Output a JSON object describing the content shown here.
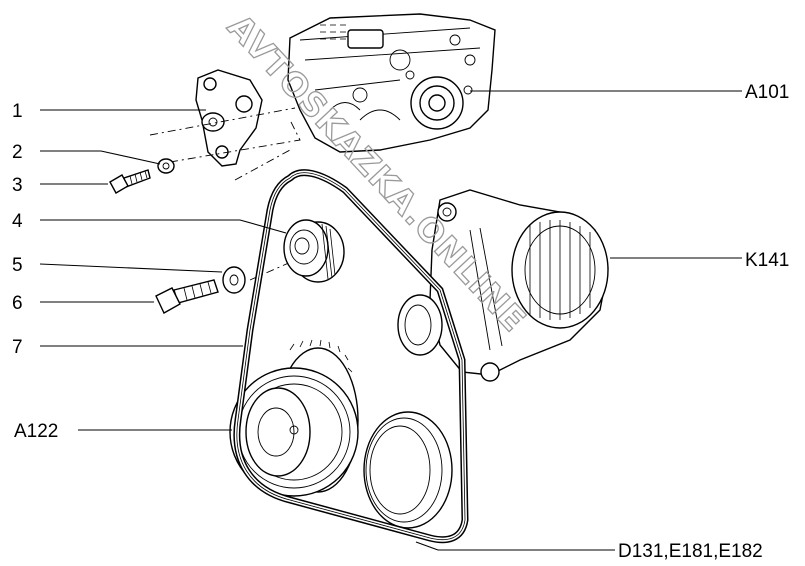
{
  "callouts_left": [
    {
      "id": "1",
      "label": "1"
    },
    {
      "id": "2",
      "label": "2"
    },
    {
      "id": "3",
      "label": "3"
    },
    {
      "id": "4",
      "label": "4"
    },
    {
      "id": "5",
      "label": "5"
    },
    {
      "id": "6",
      "label": "6"
    },
    {
      "id": "7",
      "label": "7"
    },
    {
      "id": "A122",
      "label": "A122"
    }
  ],
  "callouts_right": [
    {
      "id": "A101",
      "label": "A101"
    },
    {
      "id": "K141",
      "label": "K141"
    },
    {
      "id": "D131",
      "label": "D131,E181,E182"
    }
  ],
  "watermark": {
    "text": "AVTOSKAZKA.ONLINE"
  }
}
